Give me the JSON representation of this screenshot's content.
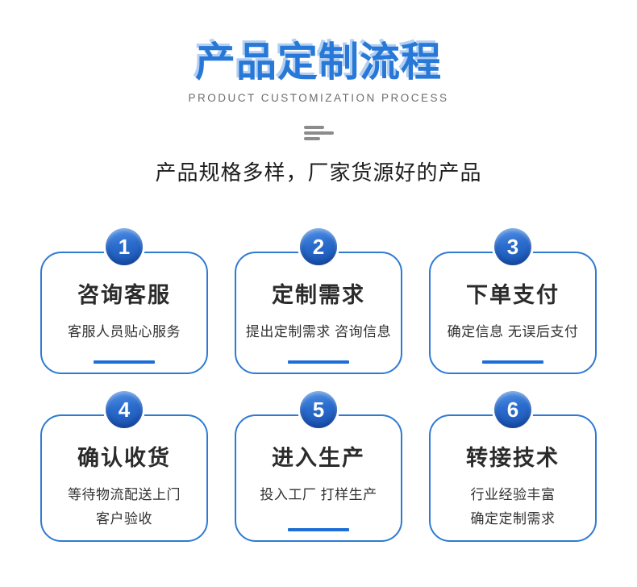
{
  "header": {
    "title": "产品定制流程",
    "subtitle_en": "PRODUCT CUSTOMIZATION PROCESS",
    "tagline": "产品规格多样，厂家货源好的产品"
  },
  "colors": {
    "title_blue": "#2878d8",
    "title_shadow_blue": "#b3d0f2",
    "subtitle_gray": "#6e6e6e",
    "decoration_gray": "#8c8c8c",
    "card_border_blue": "#2e7ad2",
    "badge_gradient_top": "#5795e6",
    "badge_gradient_bottom": "#1c54b2",
    "underline_blue": "#1d6fd6",
    "text_dark": "#2b2b2b"
  },
  "steps": [
    {
      "number": "1",
      "title": "咨询客服",
      "desc": [
        "客服人员贴心服务"
      ]
    },
    {
      "number": "2",
      "title": "定制需求",
      "desc": [
        "提出定制需求 咨询信息"
      ]
    },
    {
      "number": "3",
      "title": "下单支付",
      "desc": [
        "确定信息 无误后支付"
      ]
    },
    {
      "number": "4",
      "title": "确认收货",
      "desc": [
        "等待物流配送上门",
        "客户验收"
      ]
    },
    {
      "number": "5",
      "title": "进入生产",
      "desc": [
        "投入工厂 打样生产"
      ]
    },
    {
      "number": "6",
      "title": "转接技术",
      "desc": [
        "行业经验丰富",
        "确定定制需求"
      ]
    }
  ]
}
